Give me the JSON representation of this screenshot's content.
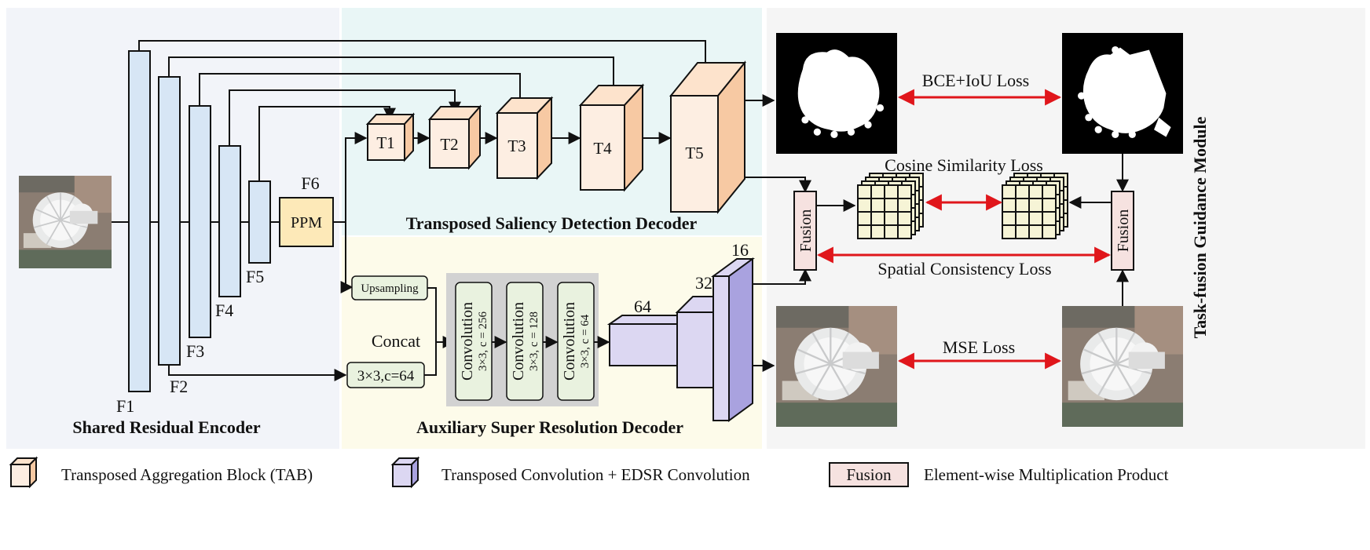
{
  "colors": {
    "encoder_panel": "#f2f4f9",
    "saliency_panel": "#e9f6f6",
    "sr_panel": "#fdfbea",
    "guidance_panel": "#f5f5f5",
    "encoder_block": "#d7e6f5",
    "tab_front": "#fdeee2",
    "tab_side": "#f7c9a3",
    "tab_top": "#fde3cc",
    "sr_front": "#dcd7f2",
    "sr_side": "#a9a2df",
    "ppm": "#fde9b8",
    "conv": "#e9f2df",
    "fusion": "#f6e2e0",
    "loss_arrow": "#e0161b",
    "grid": "#f6f4d6"
  },
  "encoder": {
    "title": "Shared Residual Encoder",
    "features": [
      "F1",
      "F2",
      "F3",
      "F4",
      "F5"
    ],
    "ppm_label": "PPM",
    "f6_label": "F6"
  },
  "saliency_decoder": {
    "title": "Transposed Saliency Detection Decoder",
    "blocks": [
      "T1",
      "T2",
      "T3",
      "T4",
      "T5"
    ]
  },
  "sr_decoder": {
    "title": "Auxiliary Super Resolution Decoder",
    "upsampling_label": "Upsampling",
    "concat_label": "Concat",
    "conv_in_label": "3×3,c=64",
    "convs": [
      {
        "name": "Convolution",
        "params": "3×3, c = 256"
      },
      {
        "name": "Convolution",
        "params": "3×3, c = 128"
      },
      {
        "name": "Convolution",
        "params": "3×3, c = 64"
      }
    ],
    "channel_labels": [
      "64",
      "32",
      "16"
    ]
  },
  "guidance": {
    "title": "Task-fusion Guidance Module",
    "fusion_label": "Fusion",
    "losses": {
      "bce_iou": "BCE+IoU Loss",
      "cosine": "Cosine Similarity Loss",
      "spatial": "Spatial Consistency Loss",
      "mse": "MSE Loss"
    }
  },
  "legend": {
    "tab": "Transposed  Aggregation Block (TAB)",
    "sr": "Transposed Convolution + EDSR Convolution",
    "fusion_box": "Fusion",
    "fusion_desc": "Element-wise Multiplication Product"
  }
}
